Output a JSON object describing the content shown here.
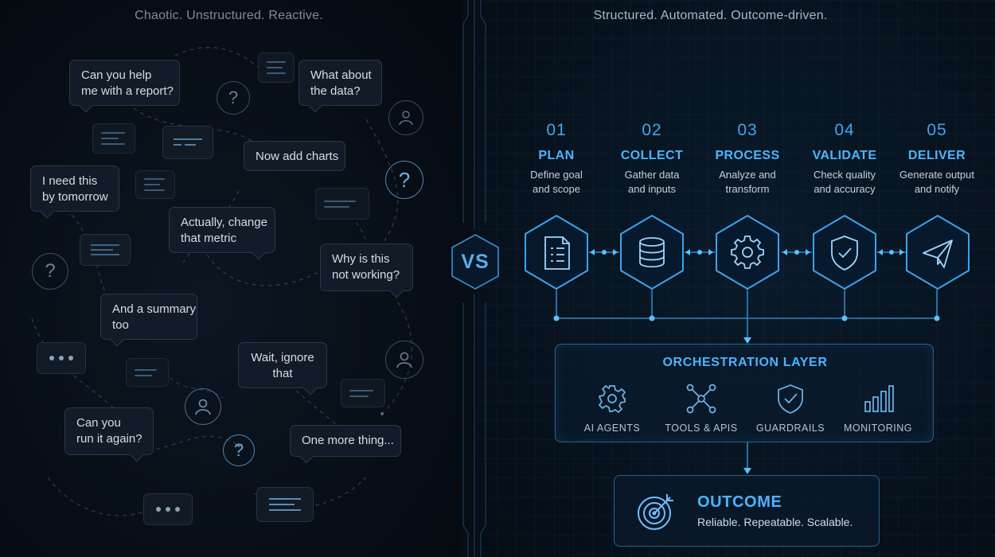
{
  "left": {
    "heading": "Chaotic. Unstructured. Reactive.",
    "bubbles": [
      {
        "text": "Can you help\nme with a report?"
      },
      {
        "text": "What about\nthe data?"
      },
      {
        "text": "Now add charts"
      },
      {
        "text": "I need this\nby tomorrow"
      },
      {
        "text": "Actually, change\nthat metric"
      },
      {
        "text": "Why is this\nnot working?"
      },
      {
        "text": "And a summary\ntoo"
      },
      {
        "text": "Wait, ignore\nthat"
      },
      {
        "text": "Can you\nrun it again?"
      },
      {
        "text": "One more thing..."
      }
    ]
  },
  "vs_label": "VS",
  "right": {
    "heading": "Structured. Automated. Outcome-driven.",
    "steps": [
      {
        "num": "01",
        "title": "PLAN",
        "desc": "Define goal\nand scope",
        "icon": "document-checklist-icon"
      },
      {
        "num": "02",
        "title": "COLLECT",
        "desc": "Gather data\nand inputs",
        "icon": "database-icon"
      },
      {
        "num": "03",
        "title": "PROCESS",
        "desc": "Analyze and\ntransform",
        "icon": "gear-icon"
      },
      {
        "num": "04",
        "title": "VALIDATE",
        "desc": "Check quality\nand accuracy",
        "icon": "shield-check-icon"
      },
      {
        "num": "05",
        "title": "DELIVER",
        "desc": "Generate output\nand notify",
        "icon": "paper-plane-icon"
      }
    ],
    "orchestration": {
      "title": "ORCHESTRATION LAYER",
      "items": [
        {
          "label": "AI AGENTS",
          "icon": "gear-icon"
        },
        {
          "label": "TOOLS & APIS",
          "icon": "network-nodes-icon"
        },
        {
          "label": "GUARDRAILS",
          "icon": "shield-check-icon"
        },
        {
          "label": "MONITORING",
          "icon": "bar-chart-icon"
        }
      ]
    },
    "outcome": {
      "title": "OUTCOME",
      "subtitle": "Reliable. Repeatable. Scalable.",
      "icon": "target-icon"
    }
  },
  "colors": {
    "accent": "#4cb4ff",
    "background": "#060d15",
    "bubble": "#121c28"
  }
}
